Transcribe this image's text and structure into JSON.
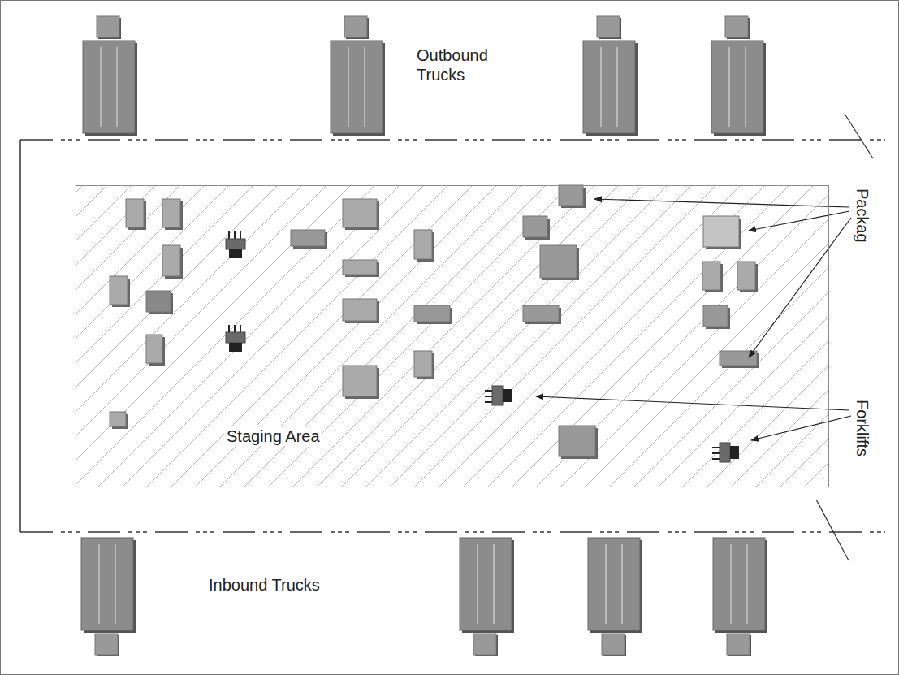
{
  "diagram": {
    "nodes": [
      {
        "text": [
          "Staging Area"
        ]
      }
    ],
    "labels": [
      "Outbound Trucks",
      "Packag",
      "Forklifts",
      "Inbound Trucks"
    ]
  }
}
